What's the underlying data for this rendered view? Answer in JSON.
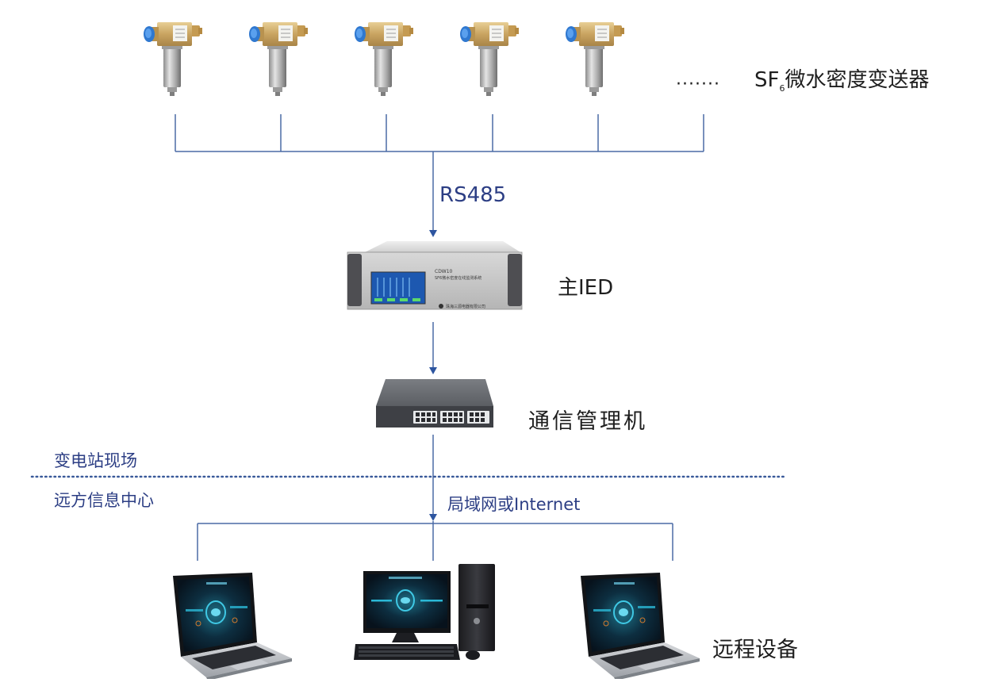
{
  "title": "SF6 微水密度在线监测系统网络拓扑",
  "colors": {
    "line": "#4a6aa5",
    "label_blue": "#2c3e84",
    "label_dark": "#1e1e1e",
    "dotted_divider": "#3a5a9a"
  },
  "sensors": {
    "count_shown": 5,
    "ellipsis": "·······",
    "label_prefix": "SF",
    "label_subscript": "6",
    "label_suffix": "微水密度变送器",
    "icon": "sf6-transmitter-icon"
  },
  "links": {
    "bus_protocol": "RS485",
    "wan_label": "局域网或Internet"
  },
  "devices": {
    "main_ied": {
      "label": "主IED",
      "icon": "monitoring-unit-icon",
      "panel_model": "CDW10",
      "panel_title": "SF6微水密度在线监测系统",
      "panel_company": "珠海三源电器有限公司"
    },
    "comm_manager": {
      "label": "通信管理机",
      "icon": "network-switch-icon"
    },
    "remote": {
      "label": "远程设备",
      "items": [
        {
          "type": "laptop",
          "icon": "laptop-icon"
        },
        {
          "type": "desktop",
          "icon": "desktop-computer-icon"
        },
        {
          "type": "laptop",
          "icon": "laptop-icon"
        }
      ]
    }
  },
  "zones": {
    "upper": "变电站现场",
    "lower": "远方信息中心"
  }
}
